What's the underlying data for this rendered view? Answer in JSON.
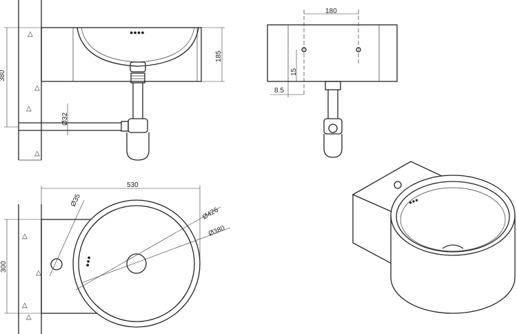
{
  "dimensions": {
    "front_height_total": "380",
    "front_basin_height": "185",
    "front_pipe_diameter": "Ø32",
    "side_tap_offset": "180",
    "side_tap_height": "15",
    "side_wall_offset": "8.5",
    "plan_width": "530",
    "plan_depth": "300",
    "plan_tap_hole": "Ø35",
    "plan_outer_diameter": "Ø426",
    "plan_inner_diameter": "Ø380"
  },
  "colors": {
    "line": "#222222",
    "background": "#ffffff"
  }
}
